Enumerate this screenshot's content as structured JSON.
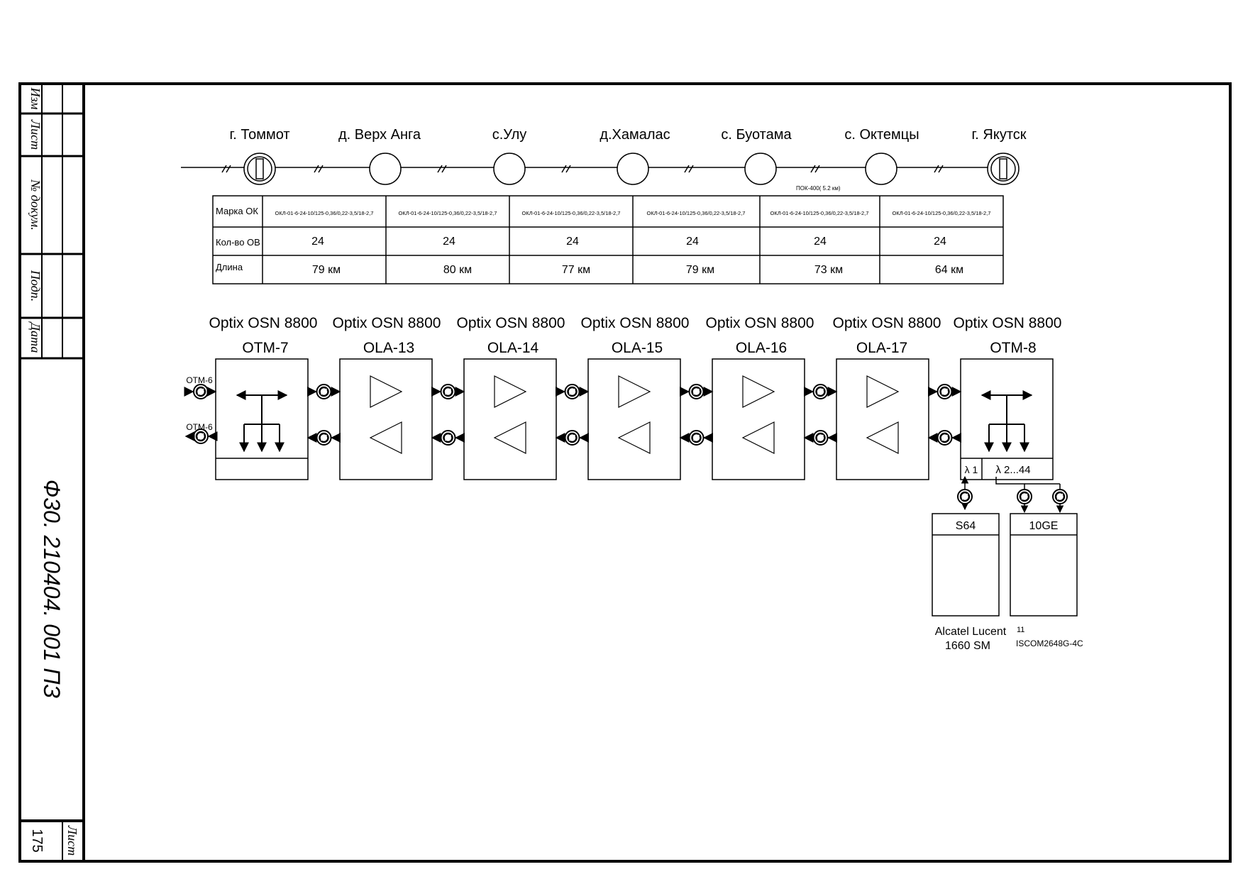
{
  "stamp": {
    "cells": [
      "Изм",
      "Лист",
      "№ докум.",
      "Подп.",
      "Дата"
    ],
    "doc_code": "Ф30. 210404. 001 ПЗ",
    "sheet_label": "Лист",
    "sheet_number": "175"
  },
  "route": {
    "places": [
      "г. Томмот",
      "д. Верх Анга",
      "с.Улу",
      "д.Хамалас",
      "с. Буотама",
      "с. Октемцы",
      "г. Якутск"
    ],
    "note": "ПОК-400( 5.2 км)"
  },
  "cable_table": {
    "rows": [
      {
        "header": "Марка ОК",
        "values": [
          "ОКЛ-01-6-24-10/125-0,36/0,22-3,5/18-2,7",
          "ОКЛ-01-6-24-10/125-0,36/0,22-3,5/18-2,7",
          "ОКЛ-01-6-24-10/125-0,36/0,22-3,5/18-2,7",
          "ОКЛ-01-6-24-10/125-0,36/0,22-3,5/18-2,7",
          "ОКЛ-01-6-24-10/125-0,36/0,22-3,5/18-2,7",
          "ОКЛ-01-6-24-10/125-0,36/0,22-3,5/18-2,7"
        ]
      },
      {
        "header": "Кол-во ОВ",
        "values": [
          "24",
          "24",
          "24",
          "24",
          "24",
          "24"
        ]
      },
      {
        "header": "Длина",
        "values": [
          "79 км",
          "80 км",
          "77 км",
          "79 км",
          "73 км",
          "64 км"
        ]
      }
    ]
  },
  "nodes": [
    {
      "model": "Optix OSN 8800",
      "name": "OTM-7",
      "type": "otm"
    },
    {
      "model": "Optix OSN 8800",
      "name": "OLA-13",
      "type": "ola"
    },
    {
      "model": "Optix OSN 8800",
      "name": "OLA-14",
      "type": "ola"
    },
    {
      "model": "Optix OSN 8800",
      "name": "OLA-15",
      "type": "ola"
    },
    {
      "model": "Optix OSN 8800",
      "name": "OLA-16",
      "type": "ola"
    },
    {
      "model": "Optix OSN 8800",
      "name": "OLA-17",
      "type": "ola"
    },
    {
      "model": "Optix OSN 8800",
      "name": "OTM-8",
      "type": "otm"
    }
  ],
  "input_labels": [
    "OTM-6",
    "OTM-6"
  ],
  "lambda_ports": [
    "λ 1",
    "λ 2...44"
  ],
  "clients": [
    {
      "label": "S64",
      "vendor_line1": "Alcatel Lucent",
      "vendor_line2": "1660 SM"
    },
    {
      "label": "10GE",
      "vendor_line1": "ISCOM2648G-4C",
      "superscript": "11"
    }
  ]
}
